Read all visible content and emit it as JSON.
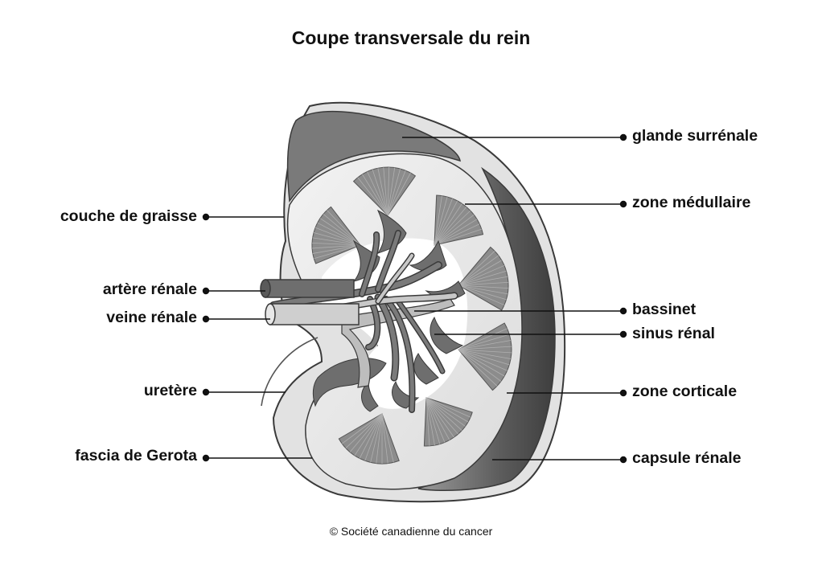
{
  "title": "Coupe transversale du rein",
  "credit": "© Société canadienne du cancer",
  "labels": {
    "left": [
      {
        "id": "couche-de-graisse",
        "text": "couche de graisse"
      },
      {
        "id": "artere-renale",
        "text": "artère rénale"
      },
      {
        "id": "veine-renale",
        "text": "veine rénale"
      },
      {
        "id": "uretere",
        "text": "uretère"
      },
      {
        "id": "fascia-de-gerota",
        "text": "fascia de Gerota"
      }
    ],
    "right": [
      {
        "id": "glande-surrenale",
        "text": "glande surrénale"
      },
      {
        "id": "zone-medullaire",
        "text": "zone médullaire"
      },
      {
        "id": "bassinet",
        "text": "bassinet"
      },
      {
        "id": "sinus-renal",
        "text": "sinus rénal"
      },
      {
        "id": "zone-corticale",
        "text": "zone corticale"
      },
      {
        "id": "capsule-renale",
        "text": "capsule rénale"
      }
    ]
  },
  "colors": {
    "outline": "#3a3a3a",
    "dark_gray": "#6e6e6e",
    "mid_gray": "#8c8c8c",
    "light_gray": "#c8c8c8",
    "cortex": "#ebebeb",
    "white": "#ffffff"
  }
}
